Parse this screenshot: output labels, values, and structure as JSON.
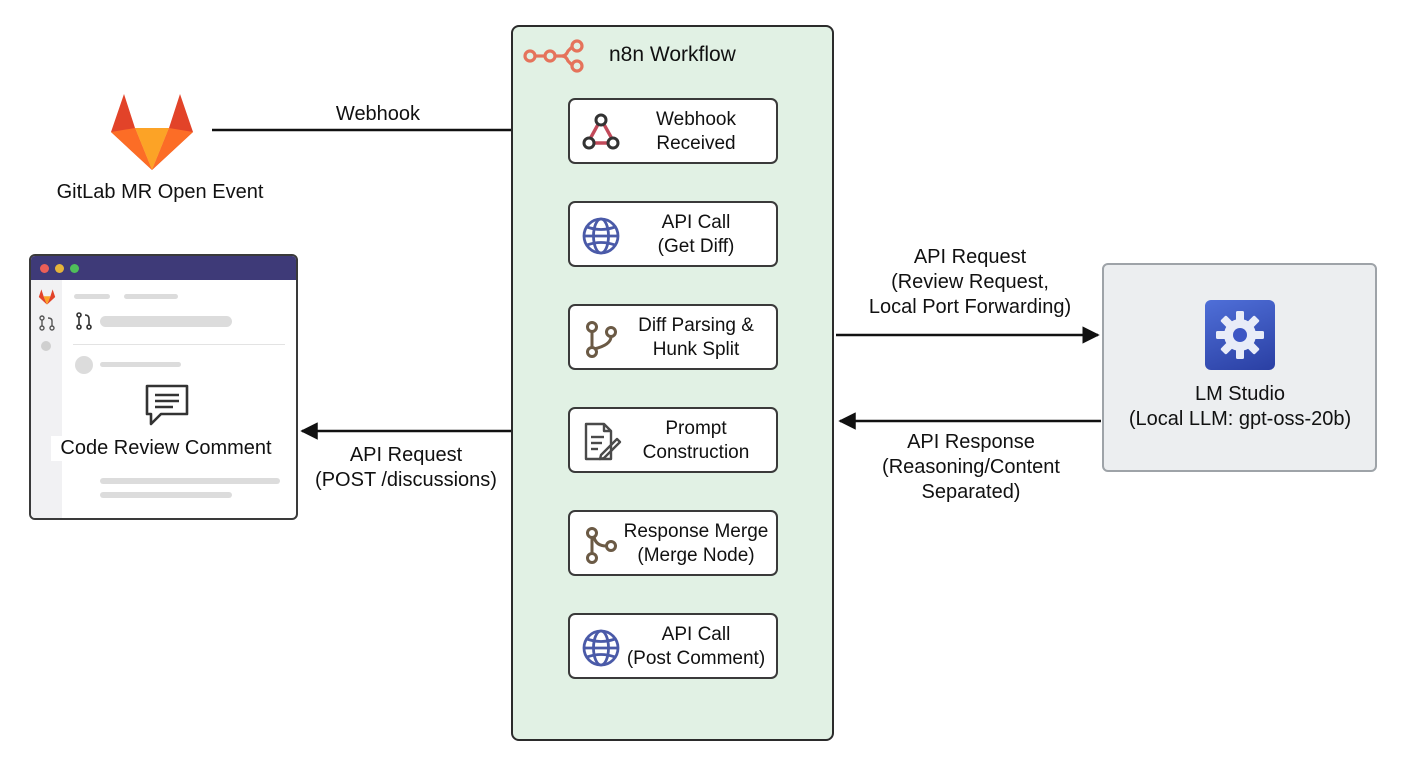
{
  "colors": {
    "panel_fill": "#e1f1e4",
    "n8n_logo": "#e5735b",
    "gitlab_orange": "#e24329",
    "browser_titlebar": "#3e3a78",
    "lm_studio_icon": "#3d56c4"
  },
  "source": {
    "label": "GitLab MR Open Event",
    "icon": "gitlab-logo-icon"
  },
  "edges": {
    "webhook": "Webhook",
    "api_request_out": [
      "API Request",
      "(Review Request,",
      "Local Port Forwarding)"
    ],
    "api_response_in": [
      "API Response",
      "(Reasoning/Content",
      "Separated)"
    ],
    "api_request_post": [
      "API Request",
      "(POST /discussions)"
    ]
  },
  "workflow": {
    "title": "n8n Workflow",
    "icon": "n8n-logo-icon",
    "nodes": [
      {
        "lines": [
          "Webhook",
          "Received"
        ],
        "icon": "webhook-icon"
      },
      {
        "lines": [
          "API Call",
          "(Get Diff)"
        ],
        "icon": "globe-icon"
      },
      {
        "lines": [
          "Diff Parsing &",
          "Hunk Split"
        ],
        "icon": "branch-icon"
      },
      {
        "lines": [
          "Prompt",
          "Construction"
        ],
        "icon": "document-edit-icon"
      },
      {
        "lines": [
          "Response Merge",
          "(Merge Node)"
        ],
        "icon": "merge-icon"
      },
      {
        "lines": [
          "API Call",
          "(Post Comment)"
        ],
        "icon": "globe-icon"
      }
    ]
  },
  "lm_studio": {
    "lines": [
      "LM Studio",
      "(Local LLM: gpt-oss-20b)"
    ],
    "icon": "gear-icon"
  },
  "target": {
    "label": "Code Review Comment",
    "icon": "comment-icon"
  }
}
